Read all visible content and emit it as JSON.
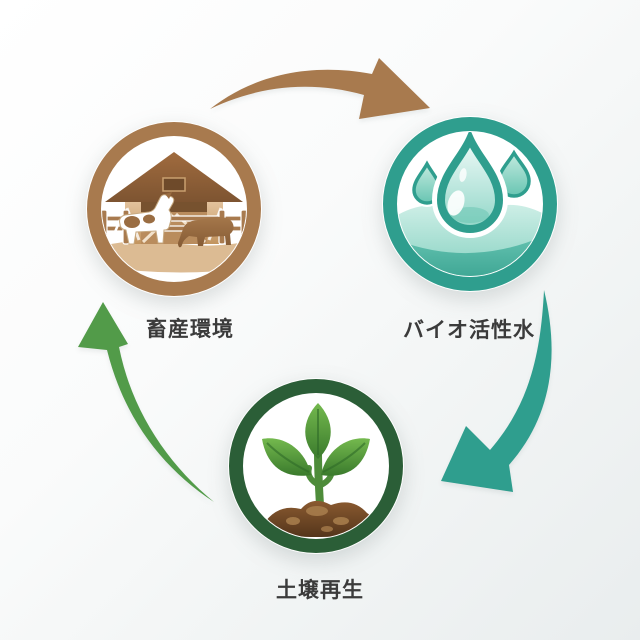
{
  "diagram": {
    "background_start": "#ffffff",
    "background_end": "#e9edee",
    "label_color": "#3b3b3b",
    "nodes": [
      {
        "id": "livestock-environment",
        "label": "畜産環境",
        "ring_color": "#a87a4e",
        "icon": "barn-cattle-icon"
      },
      {
        "id": "bio-active-water",
        "label": "バイオ活性水",
        "ring_color": "#2f9e8e",
        "icon": "water-drops-icon"
      },
      {
        "id": "soil-regeneration",
        "label": "土壌再生",
        "ring_color": "#2b5e37",
        "icon": "sprout-soil-icon"
      }
    ],
    "arrows": [
      {
        "from": "畜産環境",
        "to": "バイオ活性水",
        "color": "#a87a4e"
      },
      {
        "from": "バイオ活性水",
        "to": "土壌再生",
        "color": "#2f9e8e"
      },
      {
        "from": "土壌再生",
        "to": "畜産環境",
        "color": "#529b49"
      }
    ]
  }
}
